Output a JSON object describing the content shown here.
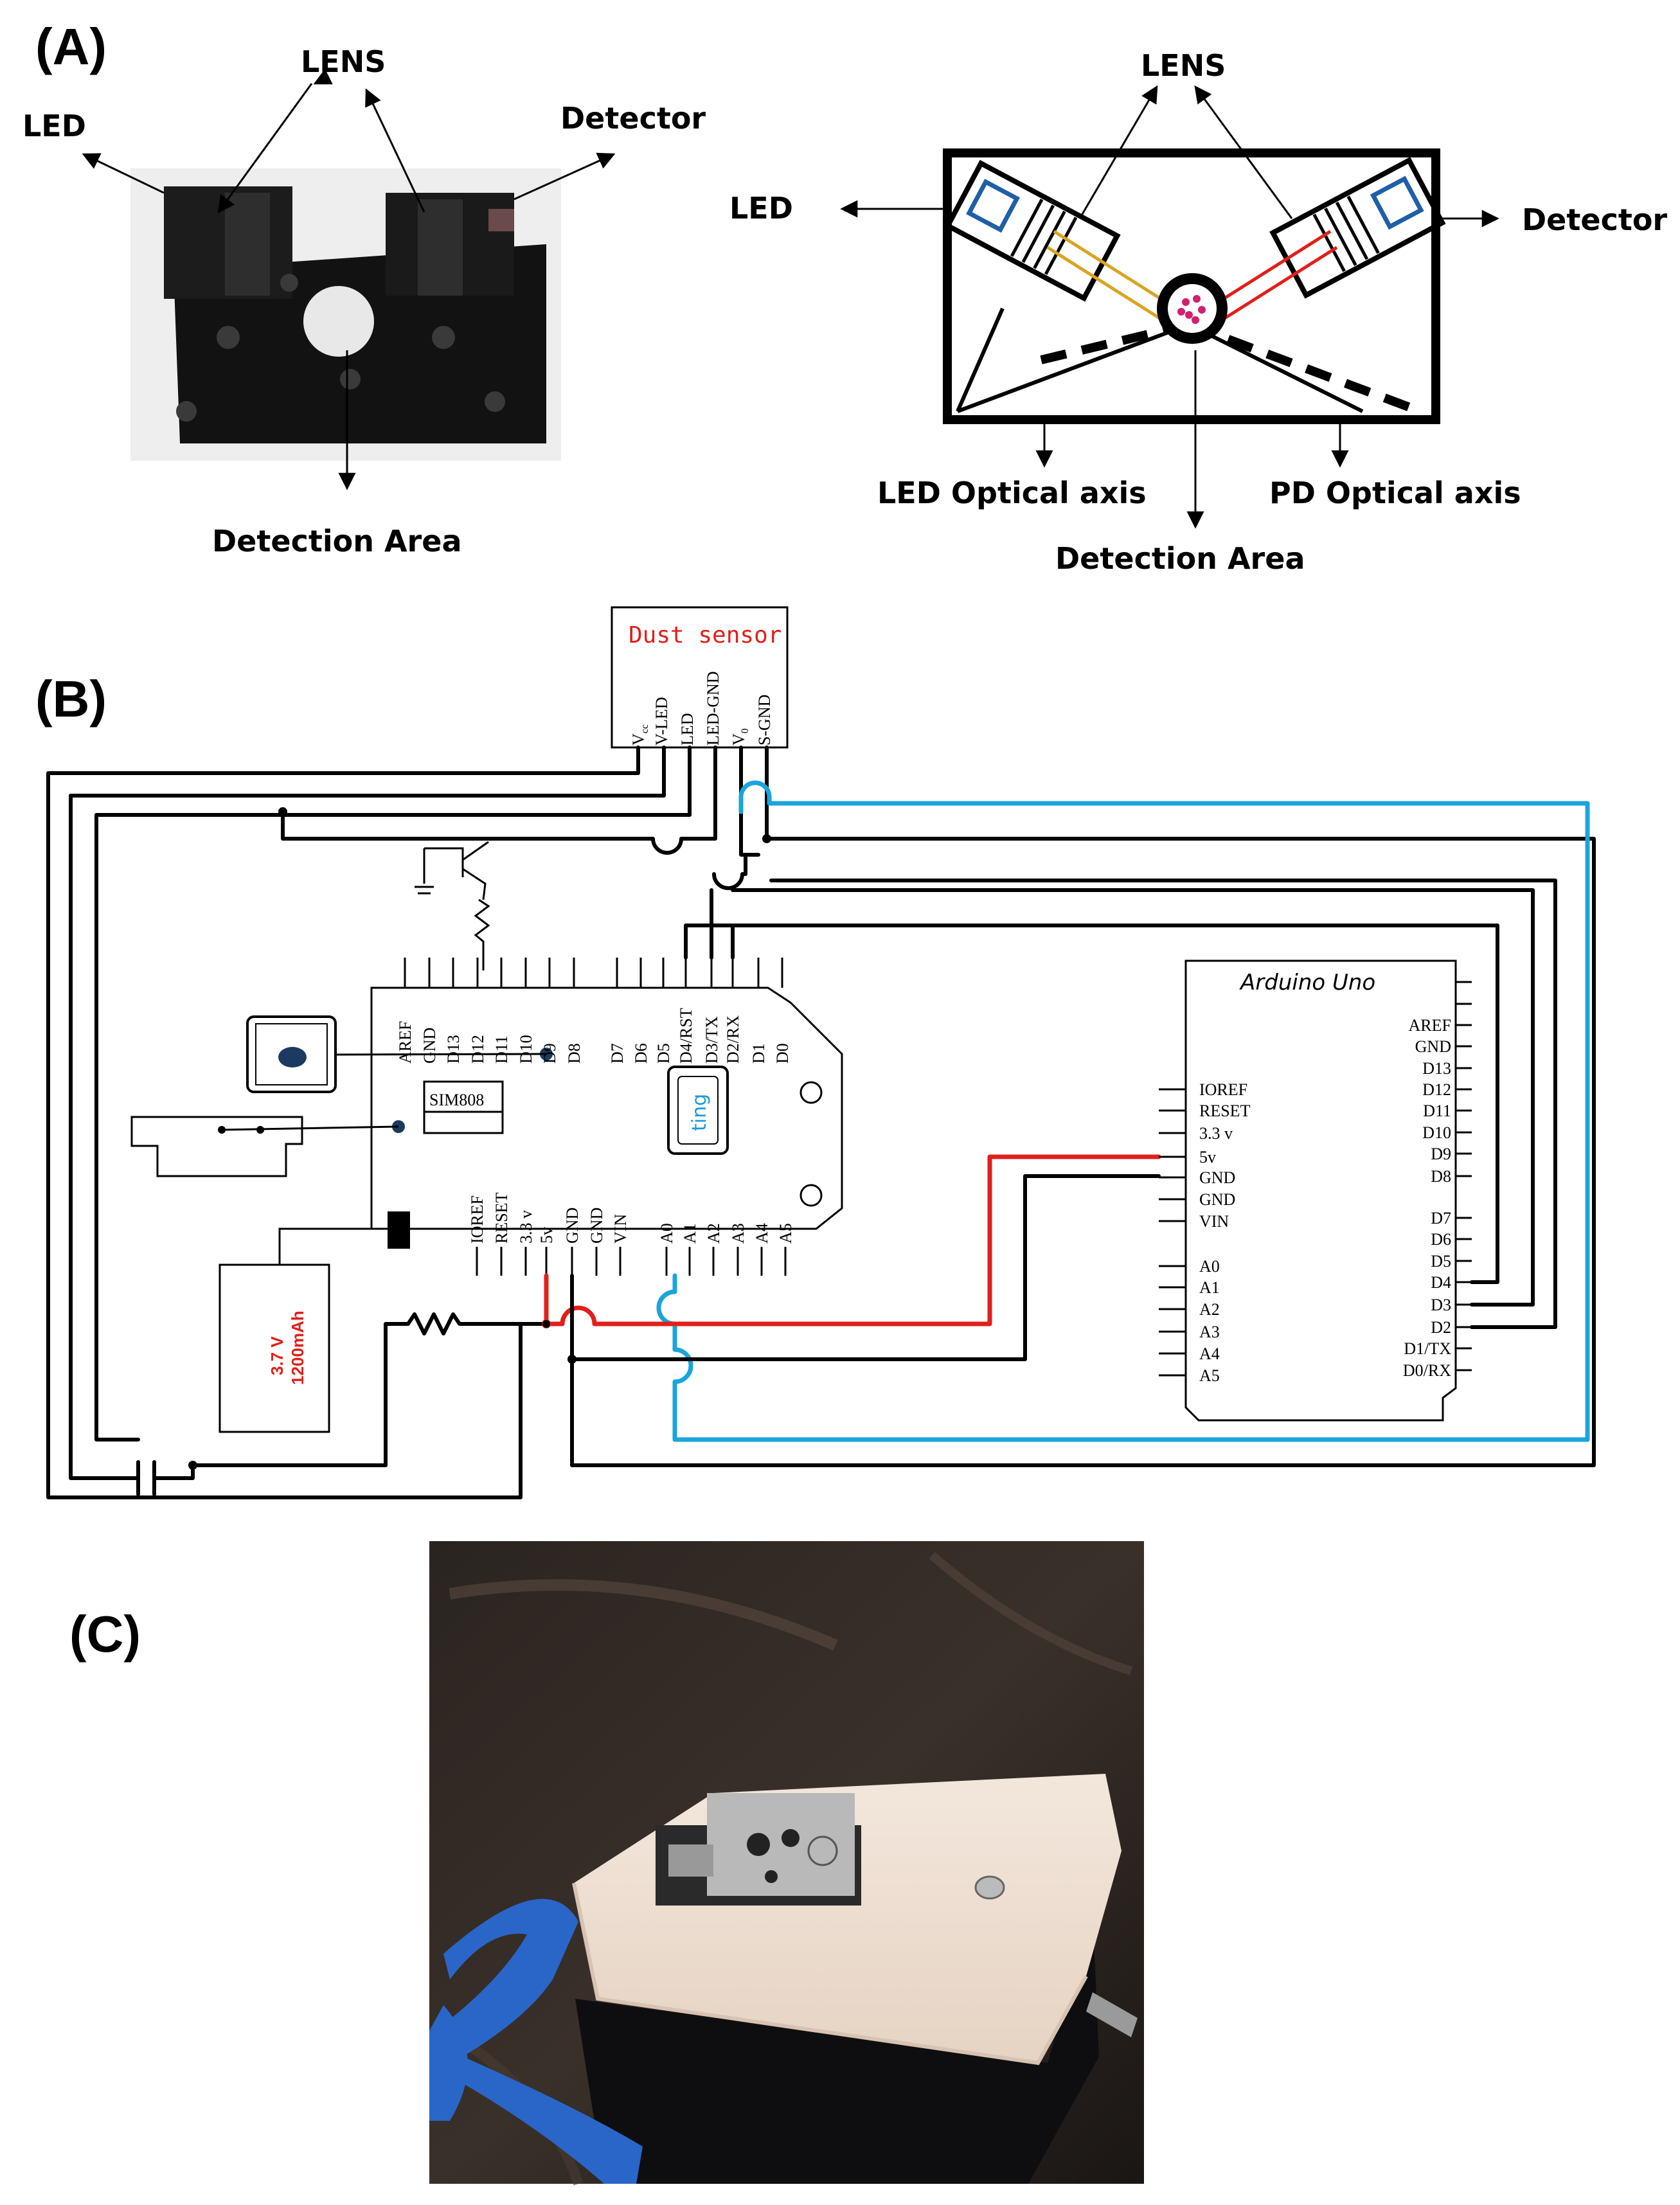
{
  "panels": {
    "a": "(A)",
    "b": "(B)",
    "c": "(C)"
  },
  "panel_a": {
    "photo_labels": {
      "lens": "LENS",
      "led": "LED",
      "detector": "Detector",
      "detection_area": "Detection Area"
    },
    "schematic_labels": {
      "lens": "LENS",
      "led": "LED",
      "detector": "Detector",
      "led_axis": "LED Optical axis",
      "pd_axis": "PD Optical axis",
      "detection_area": "Detection Area"
    }
  },
  "panel_b": {
    "dust_sensor": {
      "title": "Dust sensor",
      "pins": [
        "V",
        "V-LED",
        "LED",
        "LED-GND",
        "V",
        "S-GND"
      ],
      "pin_subscripts": [
        "cc",
        "",
        "",
        "",
        "0",
        ""
      ]
    },
    "board": {
      "top_pins": [
        "AREF",
        "GND",
        "D13",
        "D12",
        "D11",
        "D10",
        "D9",
        "D8",
        "D7",
        "D6",
        "D5",
        "D4/RST",
        "D3/TX",
        "D2/RX",
        "D1",
        "D0"
      ],
      "bottom_pins": [
        "IOREF",
        "RESET",
        "3.3 v",
        "5v",
        "GND",
        "GND",
        "VIN",
        "A0",
        "A1",
        "A2",
        "A3",
        "A4",
        "A5"
      ],
      "chip_label": "SIM808",
      "sim_label": "ting"
    },
    "battery": {
      "voltage": "3.7 V",
      "capacity": "1200mAh"
    },
    "arduino": {
      "title": "Arduino Uno",
      "left_pins": [
        "IOREF",
        "RESET",
        "3.3 v",
        "5v",
        "GND",
        "GND",
        "VIN",
        "A0",
        "A1",
        "A2",
        "A3",
        "A4",
        "A5"
      ],
      "right_pins": [
        "AREF",
        "GND",
        "D13",
        "D12",
        "D11",
        "D10",
        "D9",
        "D8",
        "D7",
        "D6",
        "D5",
        "D4",
        "D3",
        "D2",
        "D1/TX",
        "D0/RX"
      ]
    },
    "colors": {
      "blue_wire": "#1aa5dc",
      "red_wire": "#e0201a",
      "black_wire": "#000000"
    }
  }
}
